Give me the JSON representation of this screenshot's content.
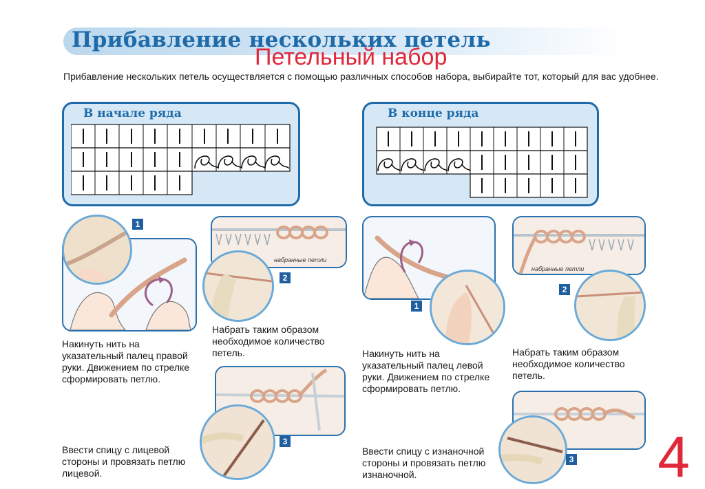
{
  "header": {
    "title": "Прибавление нескольких петель",
    "overlay": "Петельный набор"
  },
  "intro": "Прибавление нескольких петель осуществляется с помощью различных способов набора, выбирайте тот, который для вас удобнее.",
  "charts": {
    "start": {
      "title": "В начале ряда"
    },
    "end": {
      "title": "В конце ряда"
    }
  },
  "left": {
    "step1": {
      "num": "1",
      "caption": "Накинуть нить на указательный палец правой руки. Движением по стрелке сформировать петлю."
    },
    "step2": {
      "num": "2",
      "caption": "Набрать таким образом необходимое количество петель.",
      "label": "набранные петли"
    },
    "step3": {
      "num": "3",
      "caption": "Ввести спицу с лицевой стороны и провязать петлю лицевой."
    }
  },
  "right": {
    "step1": {
      "num": "1",
      "caption": "Накинуть нить на указательный палец левой руки. Движением по стрелке сформировать петлю."
    },
    "step2": {
      "num": "2",
      "caption": "Набрать таким образом необходимое количество петель.",
      "label": "набранные петли"
    },
    "step3": {
      "num": "3",
      "caption": "Ввести спицу с изнаночной стороны и провязать петлю изнаночной."
    }
  },
  "page_number": "4",
  "colors": {
    "accent": "#1f6aa8",
    "chart_bg": "#d6e8f6",
    "yarn": "#d9a58a",
    "red": "#e0283b"
  }
}
